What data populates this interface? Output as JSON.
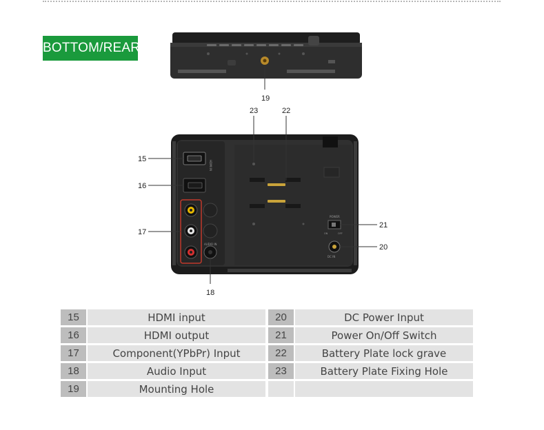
{
  "section_label": "BOTTOM/REAR",
  "callouts": {
    "c15": "15",
    "c16": "16",
    "c17": "17",
    "c18": "18",
    "c19": "19",
    "c20": "20",
    "c21": "21",
    "c22": "22",
    "c23": "23"
  },
  "device_labels": {
    "hdmi_in": "HDMI IN",
    "power": "POWER",
    "on": "ON",
    "off": "OFF",
    "dc_in": "DC IN",
    "audio": "AUDIO IN"
  },
  "legend": [
    {
      "left_num": "15",
      "left_text": "HDMI input",
      "right_num": "20",
      "right_text": "DC Power Input"
    },
    {
      "left_num": "16",
      "left_text": "HDMI output",
      "right_num": "21",
      "right_text": "Power On/Off Switch"
    },
    {
      "left_num": "17",
      "left_text": "Component(YPbPr) Input",
      "right_num": "22",
      "right_text": "Battery Plate lock grave"
    },
    {
      "left_num": "18",
      "left_text": "Audio Input",
      "right_num": "23",
      "right_text": "Battery Plate Fixing Hole"
    },
    {
      "left_num": "19",
      "left_text": "Mounting Hole",
      "right_num": "",
      "right_text": ""
    }
  ],
  "colors": {
    "badge": "#1a9a3c",
    "num_cell": "#bdbdbd",
    "text_cell": "#e3e3e3",
    "device_body": "#2b2b2b"
  }
}
